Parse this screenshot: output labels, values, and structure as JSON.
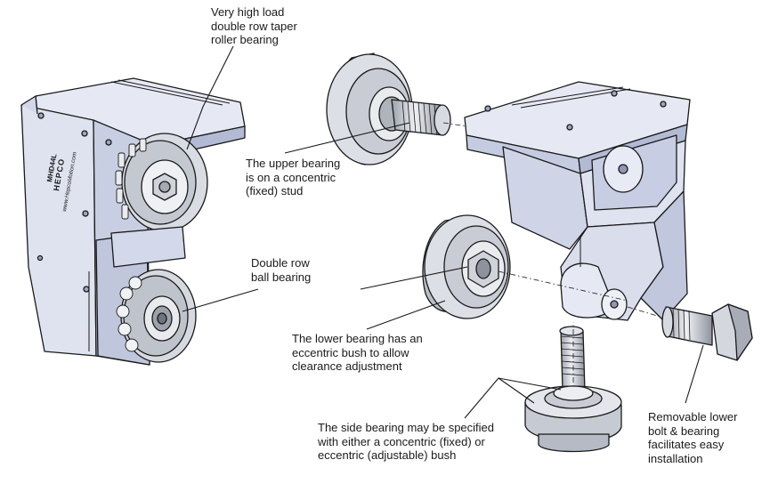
{
  "colors": {
    "body_fill": "#e4e8f3",
    "body_shade": "#c9cfe3",
    "body_dark": "#a9b0ca",
    "outline": "#1a1a1a",
    "steel": "#d5d8df",
    "steel_dark": "#8d929c",
    "text": "#1a1a1a"
  },
  "labels": {
    "taper_roller": "Very high load\ndouble row taper\nroller bearing",
    "upper_bearing": "The upper bearing\nis on a concentric\n(fixed) stud",
    "double_row_ball": "Double row\nball bearing",
    "lower_bearing": "The lower bearing has an\neccentric bush to allow\nclearance adjustment",
    "side_bearing": "The side bearing may be specified\nwith either a concentric (fixed) or\neccentric (adjustable) bush",
    "removable_bolt": "Removable lower\nbolt & bearing\nfacilitates easy\ninstallation"
  },
  "housing_text": {
    "part_number": "MHD44L",
    "brand": "HEPCO",
    "website": "www.HepcoMotion.com"
  }
}
